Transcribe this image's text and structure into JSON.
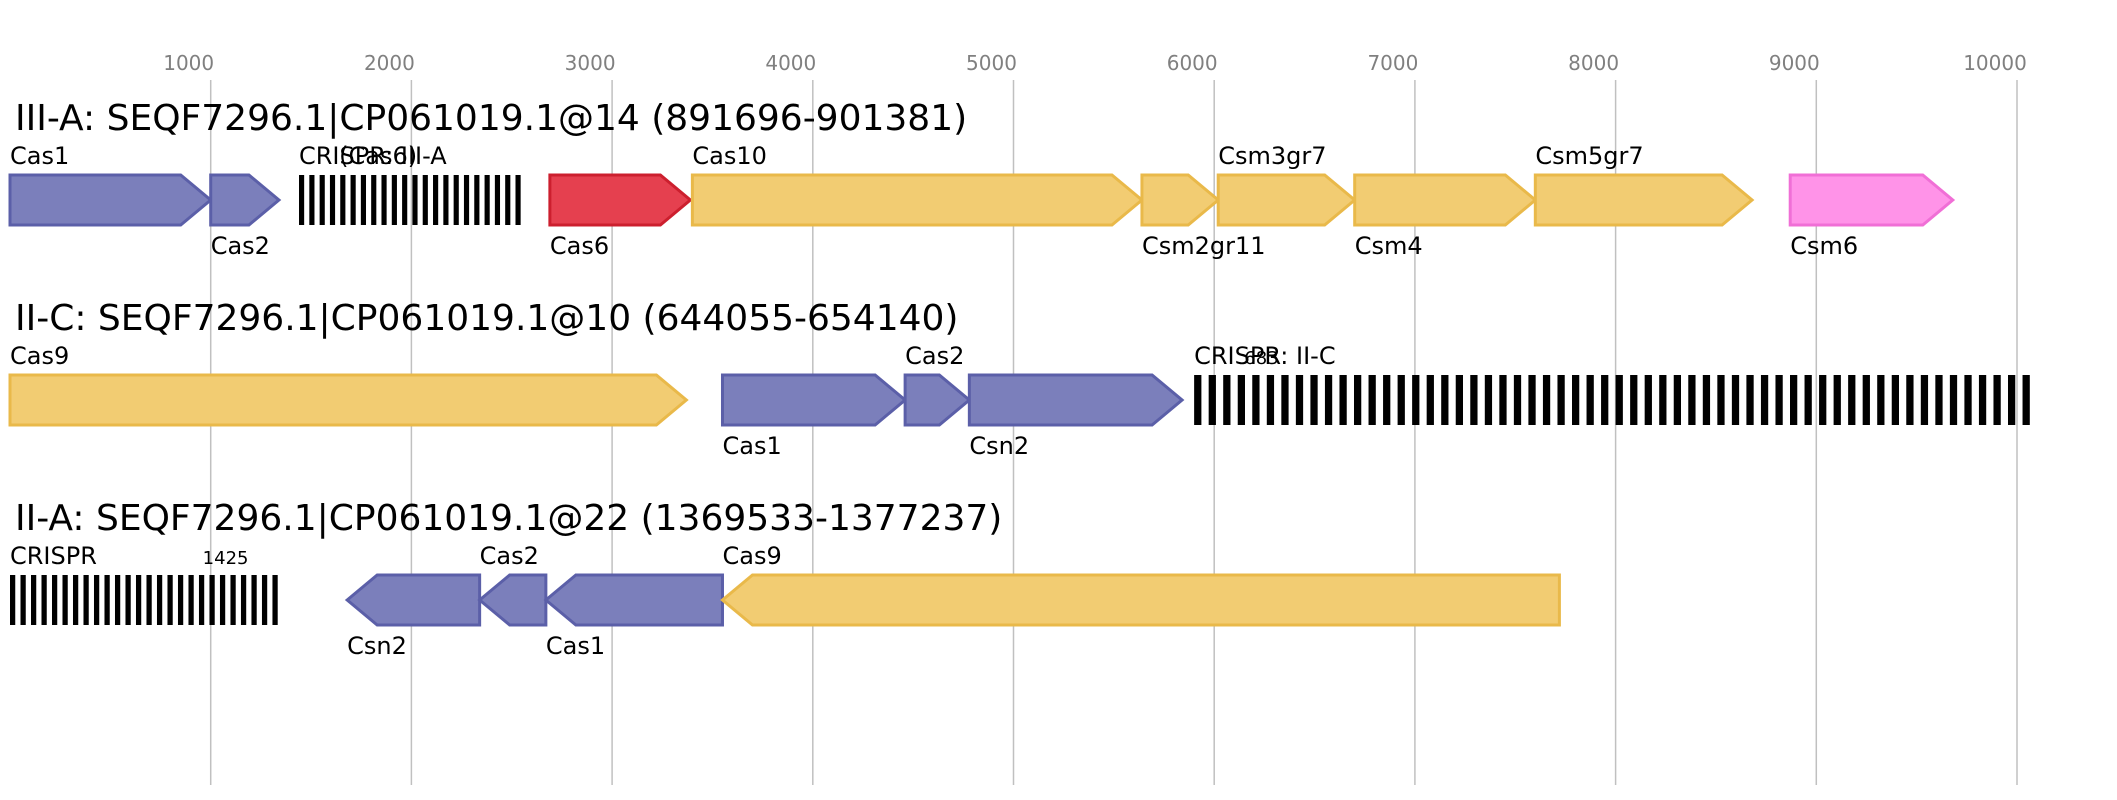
{
  "axis": {
    "ticks": [
      1000,
      2000,
      3000,
      4000,
      5000,
      6000,
      7000,
      8000,
      9000,
      10000
    ],
    "tick_labels": [
      "1000",
      "2000",
      "3000",
      "4000",
      "5000",
      "6000",
      "7000",
      "8000",
      "9000",
      "10000"
    ],
    "gridline_color": "#c0c0c0"
  },
  "colors": {
    "blue": "#7b7fbb",
    "blue_stroke": "#5b5fa8",
    "yellow": "#f2cc72",
    "yellow_stroke": "#e9b94a",
    "red": "#e5404f",
    "red_stroke": "#cc1f2e",
    "pink": "#ff93e8",
    "pink_stroke": "#f06fd6",
    "crispr": "#000000"
  },
  "tracks": [
    {
      "title": "III-A: SEQF7296.1|CP061019.1@14 (891696-901381)",
      "features": [
        {
          "name": "Cas1",
          "start": 0,
          "end": 1000,
          "strand": 1,
          "color": "blue",
          "label_pos": "above"
        },
        {
          "name": "Cas2",
          "start": 1000,
          "end": 1340,
          "strand": 1,
          "color": "blue",
          "label_pos": "below"
        },
        {
          "name": "CRISPR: III-A",
          "type": "crispr",
          "start": 1440,
          "end": 2570,
          "repeats": 22,
          "label_pos": "above"
        },
        {
          "name": "(Cas6)",
          "type": "label_only",
          "start": 1640,
          "label_pos": "above"
        },
        {
          "name": "Cas6",
          "start": 2690,
          "end": 3390,
          "strand": 1,
          "color": "red",
          "label_pos": "below"
        },
        {
          "name": "Cas10",
          "start": 3400,
          "end": 5640,
          "strand": 1,
          "color": "yellow",
          "label_pos": "above"
        },
        {
          "name": "Csm2gr11",
          "start": 5640,
          "end": 6020,
          "strand": 1,
          "color": "yellow",
          "label_pos": "below"
        },
        {
          "name": "Csm3gr7",
          "start": 6020,
          "end": 6700,
          "strand": 1,
          "color": "yellow",
          "label_pos": "above"
        },
        {
          "name": "Csm4",
          "start": 6700,
          "end": 7600,
          "strand": 1,
          "color": "yellow",
          "label_pos": "below"
        },
        {
          "name": "Csm5gr7",
          "start": 7600,
          "end": 8680,
          "strand": 1,
          "color": "yellow",
          "label_pos": "above"
        },
        {
          "name": "Csm6",
          "start": 8870,
          "end": 9680,
          "strand": 1,
          "color": "pink",
          "label_pos": "below"
        }
      ]
    },
    {
      "title": "II-C: SEQF7296.1|CP061019.1@10 (644055-654140)",
      "features": [
        {
          "name": "Cas9",
          "start": 0,
          "end": 3370,
          "strand": 1,
          "color": "yellow",
          "label_pos": "above"
        },
        {
          "name": "Cas1",
          "start": 3550,
          "end": 4460,
          "strand": 1,
          "color": "blue",
          "label_pos": "below"
        },
        {
          "name": "Cas2",
          "start": 4460,
          "end": 4780,
          "strand": 1,
          "color": "blue",
          "label_pos": "above"
        },
        {
          "name": "Csn2",
          "start": 4780,
          "end": 5840,
          "strand": 1,
          "color": "blue",
          "label_pos": "below"
        },
        {
          "name": "CRISPR: II-C",
          "type": "crispr",
          "start": 5900,
          "end": 10100,
          "repeats": 58,
          "label_pos": "above"
        },
        {
          "name": "683",
          "type": "label_only_small",
          "start": 6150,
          "label_pos": "above"
        }
      ]
    },
    {
      "title": "II-A: SEQF7296.1|CP061019.1@22 (1369533-1377237)",
      "features": [
        {
          "name": "CRISPR",
          "type": "crispr",
          "start": 0,
          "end": 1360,
          "repeats": 26,
          "label_pos": "above"
        },
        {
          "name": "1425",
          "type": "label_only_small",
          "start": 960,
          "label_pos": "above"
        },
        {
          "name": "Csn2",
          "start": 1680,
          "end": 2340,
          "strand": -1,
          "color": "blue",
          "label_pos": "below"
        },
        {
          "name": "Cas2",
          "start": 2340,
          "end": 2670,
          "strand": -1,
          "color": "blue",
          "label_pos": "above"
        },
        {
          "name": "Cas1",
          "start": 2670,
          "end": 3550,
          "strand": -1,
          "color": "blue",
          "label_pos": "below"
        },
        {
          "name": "Cas9",
          "start": 3550,
          "end": 7720,
          "strand": -1,
          "color": "yellow",
          "label_pos": "above"
        }
      ]
    }
  ]
}
